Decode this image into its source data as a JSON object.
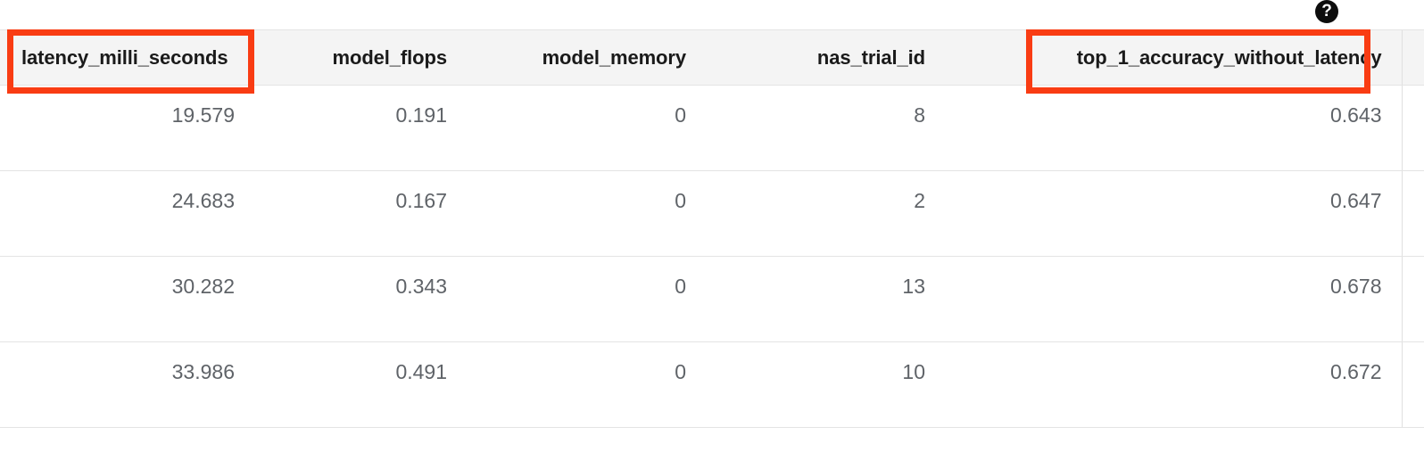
{
  "toolbar": {
    "help_icon": "help-circle-icon",
    "help_label": "?"
  },
  "accent": {
    "highlight_color": "#f93c13",
    "header_background": "#f4f4f4",
    "cell_text_color": "#5f6368",
    "header_text_color": "#1a1a1a",
    "grid_line_color": "#e4e4e4"
  },
  "table": {
    "columns": [
      {
        "key": "latency_milli_seconds",
        "label": "latency_milli_seconds",
        "align": "left",
        "highlighted": true
      },
      {
        "key": "model_flops",
        "label": "model_flops",
        "align": "right",
        "highlighted": false
      },
      {
        "key": "model_memory",
        "label": "model_memory",
        "align": "right",
        "highlighted": false
      },
      {
        "key": "nas_trial_id",
        "label": "nas_trial_id",
        "align": "right",
        "highlighted": false
      },
      {
        "key": "top_1_accuracy_without_latency",
        "label": "top_1_accuracy_without_latency",
        "align": "right",
        "highlighted": true
      },
      {
        "key": "overflow",
        "label": "",
        "align": "right",
        "highlighted": false
      }
    ],
    "rows": [
      {
        "latency_milli_seconds": "19.579",
        "model_flops": "0.191",
        "model_memory": "0",
        "nas_trial_id": "8",
        "top_1_accuracy_without_latency": "0.643",
        "overflow": ""
      },
      {
        "latency_milli_seconds": "24.683",
        "model_flops": "0.167",
        "model_memory": "0",
        "nas_trial_id": "2",
        "top_1_accuracy_without_latency": "0.647",
        "overflow": ""
      },
      {
        "latency_milli_seconds": "30.282",
        "model_flops": "0.343",
        "model_memory": "0",
        "nas_trial_id": "13",
        "top_1_accuracy_without_latency": "0.678",
        "overflow": ""
      },
      {
        "latency_milli_seconds": "33.986",
        "model_flops": "0.491",
        "model_memory": "0",
        "nas_trial_id": "10",
        "top_1_accuracy_without_latency": "0.672",
        "overflow": ""
      }
    ]
  }
}
